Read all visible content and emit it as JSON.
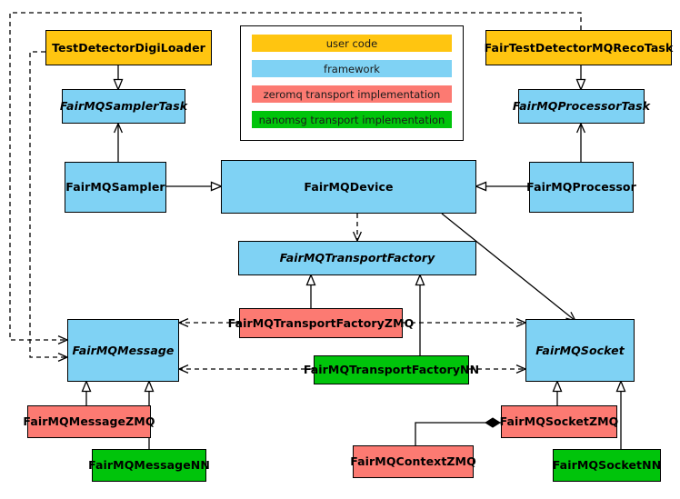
{
  "diagram": {
    "title": "FairMQ class diagram",
    "background": "#FFFFFF",
    "palette": {
      "user_code": "#FFC510",
      "framework": "#7FD2F4",
      "zeromq": "#FC7A72",
      "nanomsg": "#00C40B",
      "line": "#000000"
    }
  },
  "legend": {
    "items": [
      {
        "label": "user code",
        "color": "#FFC510",
        "key": "user_code"
      },
      {
        "label": "framework",
        "color": "#7FD2F4",
        "key": "framework"
      },
      {
        "label": "zeromq transport implementation",
        "color": "#FC7A72",
        "key": "zeromq"
      },
      {
        "label": "nanomsg transport implementation",
        "color": "#00C40B",
        "key": "nanomsg"
      }
    ]
  },
  "nodes": {
    "test_detector_digi_loader": {
      "label": "TestDetectorDigiLoader",
      "category": "user code",
      "abstract": false
    },
    "fairmq_sampler_task": {
      "label": "FairMQSamplerTask",
      "category": "framework",
      "abstract": true
    },
    "fairmq_sampler": {
      "label": "FairMQSampler",
      "category": "framework",
      "abstract": false
    },
    "fairmq_device": {
      "label": "FairMQDevice",
      "category": "framework",
      "abstract": false
    },
    "fairmq_processor": {
      "label": "FairMQProcessor",
      "category": "framework",
      "abstract": false
    },
    "fairmq_processor_task": {
      "label": "FairMQProcessorTask",
      "category": "framework",
      "abstract": true
    },
    "fair_test_detector_reco": {
      "label": "FairTestDetectorMQRecoTask",
      "category": "user code",
      "abstract": false
    },
    "fairmq_transport_factory": {
      "label": "FairMQTransportFactory",
      "category": "framework",
      "abstract": true
    },
    "fairmq_transport_factory_zmq": {
      "label": "FairMQTransportFactoryZMQ",
      "category": "zeromq",
      "abstract": false
    },
    "fairmq_transport_factory_nn": {
      "label": "FairMQTransportFactoryNN",
      "category": "nanomsg",
      "abstract": false
    },
    "fairmq_message": {
      "label": "FairMQMessage",
      "category": "framework",
      "abstract": true
    },
    "fairmq_socket": {
      "label": "FairMQSocket",
      "category": "framework",
      "abstract": true
    },
    "fairmq_message_zmq": {
      "label": "FairMQMessageZMQ",
      "category": "zeromq",
      "abstract": false
    },
    "fairmq_message_nn": {
      "label": "FairMQMessageNN",
      "category": "nanomsg",
      "abstract": false
    },
    "fairmq_socket_zmq": {
      "label": "FairMQSocketZMQ",
      "category": "zeromq",
      "abstract": false
    },
    "fairmq_socket_nn": {
      "label": "FairMQSocketNN",
      "category": "nanomsg",
      "abstract": false
    },
    "fairmq_context_zmq": {
      "label": "FairMQContextZMQ",
      "category": "zeromq",
      "abstract": false
    }
  },
  "edges": [
    {
      "from": "test_detector_digi_loader",
      "to": "fairmq_sampler_task",
      "kind": "generalization"
    },
    {
      "from": "fairmq_sampler",
      "to": "fairmq_sampler_task",
      "kind": "association"
    },
    {
      "from": "fairmq_sampler",
      "to": "fairmq_device",
      "kind": "generalization"
    },
    {
      "from": "fair_test_detector_reco",
      "to": "fairmq_processor_task",
      "kind": "generalization"
    },
    {
      "from": "fairmq_processor",
      "to": "fairmq_processor_task",
      "kind": "association"
    },
    {
      "from": "fairmq_processor",
      "to": "fairmq_device",
      "kind": "generalization"
    },
    {
      "from": "fairmq_device",
      "to": "fairmq_transport_factory",
      "kind": "dependency"
    },
    {
      "from": "fairmq_device",
      "to": "fairmq_socket",
      "kind": "association"
    },
    {
      "from": "fairmq_transport_factory_zmq",
      "to": "fairmq_transport_factory",
      "kind": "generalization"
    },
    {
      "from": "fairmq_transport_factory_nn",
      "to": "fairmq_transport_factory",
      "kind": "generalization"
    },
    {
      "from": "fairmq_transport_factory_zmq",
      "to": "fairmq_message",
      "kind": "dependency"
    },
    {
      "from": "fairmq_transport_factory_zmq",
      "to": "fairmq_socket",
      "kind": "dependency"
    },
    {
      "from": "fairmq_transport_factory_nn",
      "to": "fairmq_message",
      "kind": "dependency"
    },
    {
      "from": "fairmq_transport_factory_nn",
      "to": "fairmq_socket",
      "kind": "dependency"
    },
    {
      "from": "test_detector_digi_loader",
      "to": "fairmq_message",
      "kind": "dependency"
    },
    {
      "from": "fair_test_detector_reco",
      "to": "fairmq_message",
      "kind": "dependency"
    },
    {
      "from": "fairmq_message_zmq",
      "to": "fairmq_message",
      "kind": "generalization"
    },
    {
      "from": "fairmq_message_nn",
      "to": "fairmq_message",
      "kind": "generalization"
    },
    {
      "from": "fairmq_socket_zmq",
      "to": "fairmq_socket",
      "kind": "generalization"
    },
    {
      "from": "fairmq_socket_nn",
      "to": "fairmq_socket",
      "kind": "generalization"
    },
    {
      "from": "fairmq_context_zmq",
      "to": "fairmq_socket_zmq",
      "kind": "composition"
    }
  ]
}
